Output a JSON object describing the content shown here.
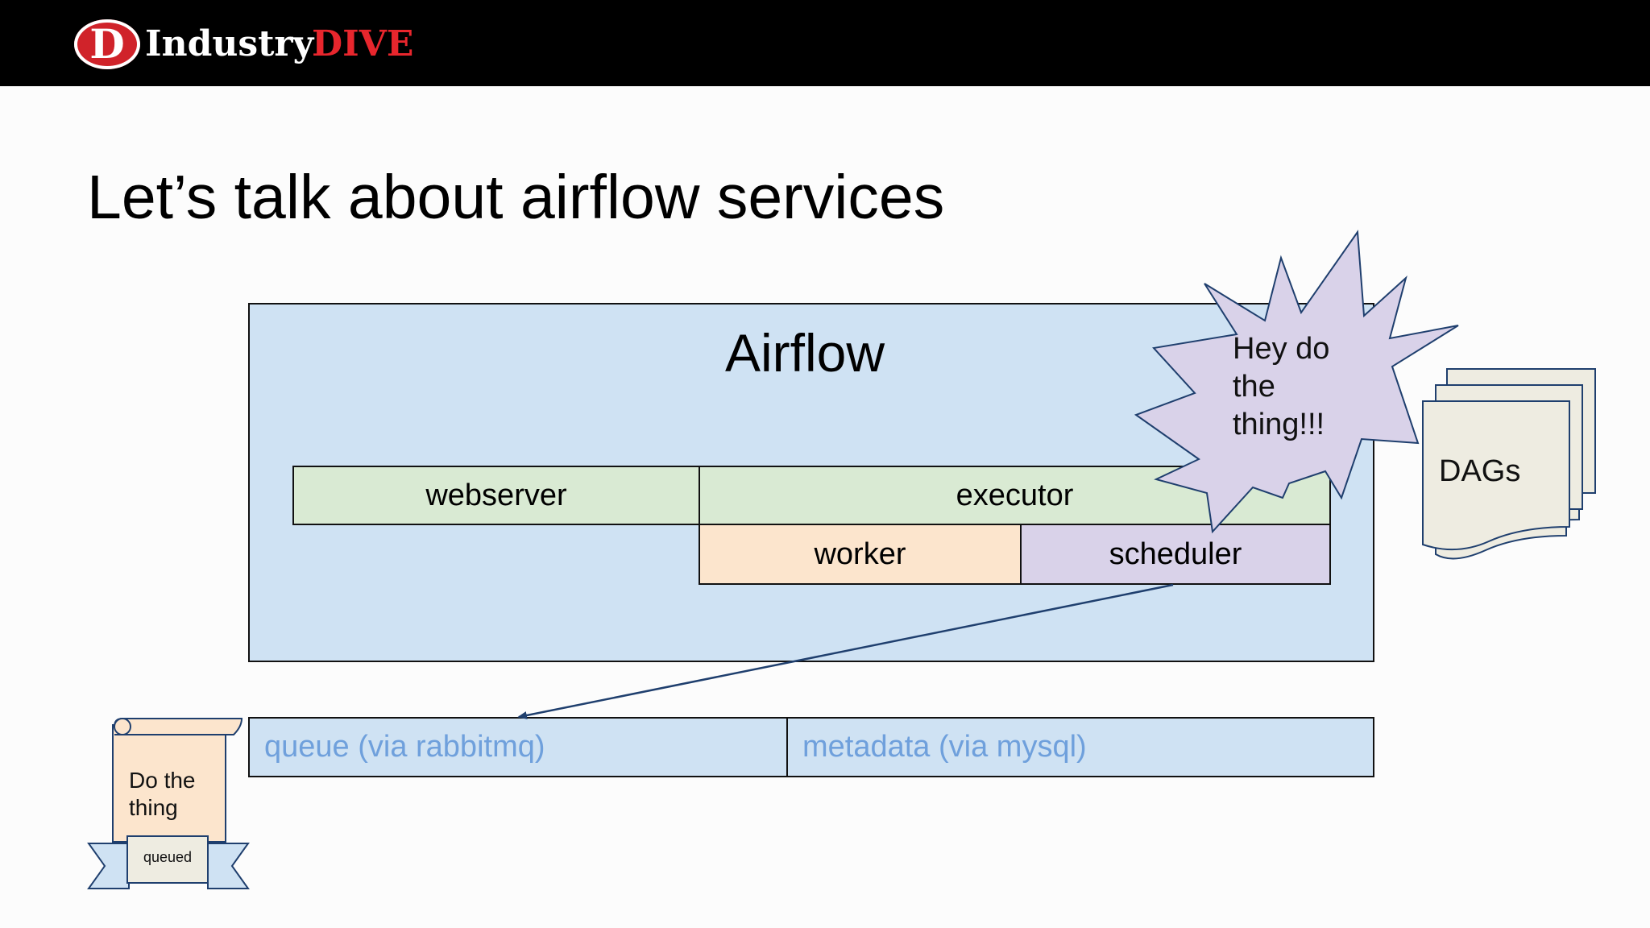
{
  "header": {
    "logo_mark": "D",
    "logo_word": "Industry",
    "logo_accent": "DIVE",
    "background": "#000000",
    "accent_color": "#d0232a"
  },
  "slide": {
    "title": "Let’s talk about airflow services"
  },
  "diagram": {
    "airflow_label": "Airflow",
    "components": {
      "webserver": "webserver",
      "executor": "executor",
      "worker": "worker",
      "scheduler": "scheduler"
    },
    "storage": {
      "queue": "queue (via rabbitmq)",
      "metadata": "metadata (via mysql)"
    },
    "callout": "Hey do the thing!!!",
    "dags_label": "DAGs",
    "task_scroll": {
      "text": "Do the thing",
      "status": "queued"
    },
    "arrow": {
      "from": "scheduler",
      "to": "queue"
    },
    "colors": {
      "airflow_box": "#cfe2f3",
      "green": "#d9ead3",
      "orange": "#fce5cd",
      "purple": "#d9d2e9",
      "storage_text": "#6fa0dc",
      "arrow": "#1f3f6e"
    }
  }
}
